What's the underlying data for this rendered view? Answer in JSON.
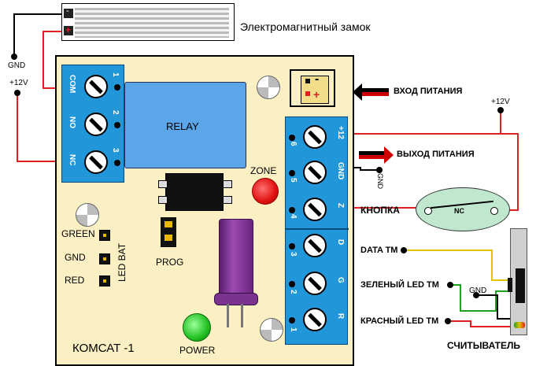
{
  "lock": {
    "title": "Электромагнитный замок",
    "minus": "-",
    "plus": "+"
  },
  "left_wires": {
    "gnd": "GND",
    "plus12": "+12V"
  },
  "relay_terminals": {
    "com": "COM",
    "no": "NO",
    "nc": "NC",
    "nums": [
      "1",
      "2",
      "3"
    ]
  },
  "relay": {
    "label": "RELAY"
  },
  "zone": {
    "label": "ZONE"
  },
  "power_led": {
    "label": "POWER"
  },
  "prog": {
    "label": "PROG"
  },
  "ledbat": {
    "rows": [
      "GREEN",
      "GND",
      "RED"
    ],
    "side": "LED BAT"
  },
  "board": {
    "name": "КОМСАТ -1"
  },
  "power_in": {
    "label": "ВХОД ПИТАНИЯ",
    "minus": "-",
    "plus": "+"
  },
  "power_out": {
    "label": "ВЫХОД ПИТАНИЯ",
    "gnd": "GND"
  },
  "right_terminals": {
    "labels": [
      "+12",
      "GND",
      "Z",
      "D",
      "G",
      "R"
    ],
    "nums": [
      "6",
      "5",
      "4",
      "3",
      "2",
      "1"
    ]
  },
  "button": {
    "label": "КНОПКА",
    "nc": "NC",
    "plus12": "+12V"
  },
  "reader": {
    "data": "DATA TM",
    "green": "ЗЕЛЕНЫЙ LED TM",
    "gnd": "GND",
    "red": "КРАСНЫЙ LED TM",
    "title": "СЧИТЫВАТЕЛЬ"
  },
  "colors": {
    "board": "#fbf0c4",
    "terminal": "#2196d9",
    "relay": "#5aa6e8",
    "wire_red": "#e02020",
    "wire_yellow": "#e0c000",
    "wire_green": "#20a020",
    "arrow_red": "#cc0000"
  }
}
